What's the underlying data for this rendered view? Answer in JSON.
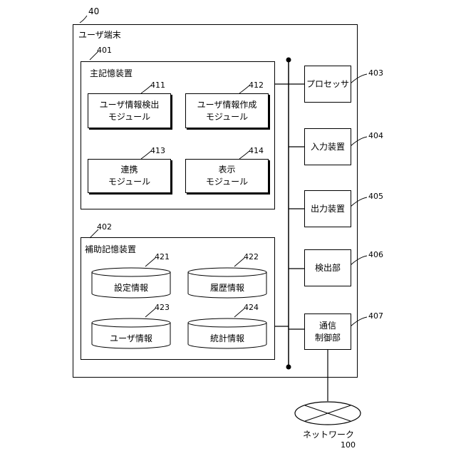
{
  "terminal": {
    "ref": "40",
    "label": "ユーザ端末"
  },
  "main_storage": {
    "ref": "401",
    "label": "主記憶装置",
    "modules": [
      {
        "ref": "411",
        "line1": "ユーザ情報検出",
        "line2": "モジュール"
      },
      {
        "ref": "412",
        "line1": "ユーザ情報作成",
        "line2": "モジュール"
      },
      {
        "ref": "413",
        "line1": "連携",
        "line2": "モジュール"
      },
      {
        "ref": "414",
        "line1": "表示",
        "line2": "モジュール"
      }
    ]
  },
  "aux_storage": {
    "ref": "402",
    "label": "補助記憶装置",
    "databases": [
      {
        "ref": "421",
        "label": "設定情報"
      },
      {
        "ref": "422",
        "label": "履歴情報"
      },
      {
        "ref": "423",
        "label": "ユーザ情報"
      },
      {
        "ref": "424",
        "label": "統計情報"
      }
    ]
  },
  "components": [
    {
      "ref": "403",
      "line1": "プロセッサ",
      "line2": ""
    },
    {
      "ref": "404",
      "line1": "入力装置",
      "line2": ""
    },
    {
      "ref": "405",
      "line1": "出力装置",
      "line2": ""
    },
    {
      "ref": "406",
      "line1": "検出部",
      "line2": ""
    },
    {
      "ref": "407",
      "line1": "通信",
      "line2": "制御部"
    }
  ],
  "network": {
    "label": "ネットワーク",
    "ref": "100"
  }
}
